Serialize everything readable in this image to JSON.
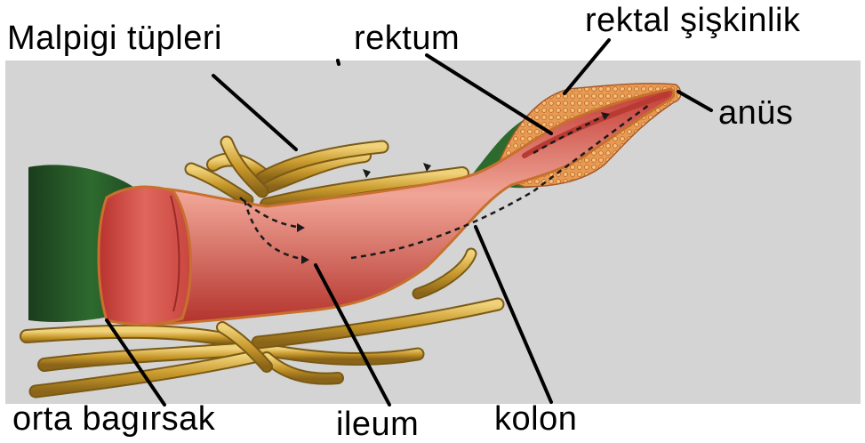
{
  "labels": {
    "malpigi": "Malpigi tüpleri",
    "rektum": "rektum",
    "rektal": "rektal şişkinlik",
    "anus": "anüs",
    "orta": "orta bagırsak",
    "ileum": "ileum",
    "kolon": "kolon"
  },
  "colors": {
    "background": "#d4d4d4",
    "gut": "#d2413a",
    "gut_light": "#f2b1a3",
    "tubule": "#c9a030",
    "midgut": "#1f4f24",
    "rectal_pad": "#e89a52",
    "leader_line": "#000000"
  }
}
